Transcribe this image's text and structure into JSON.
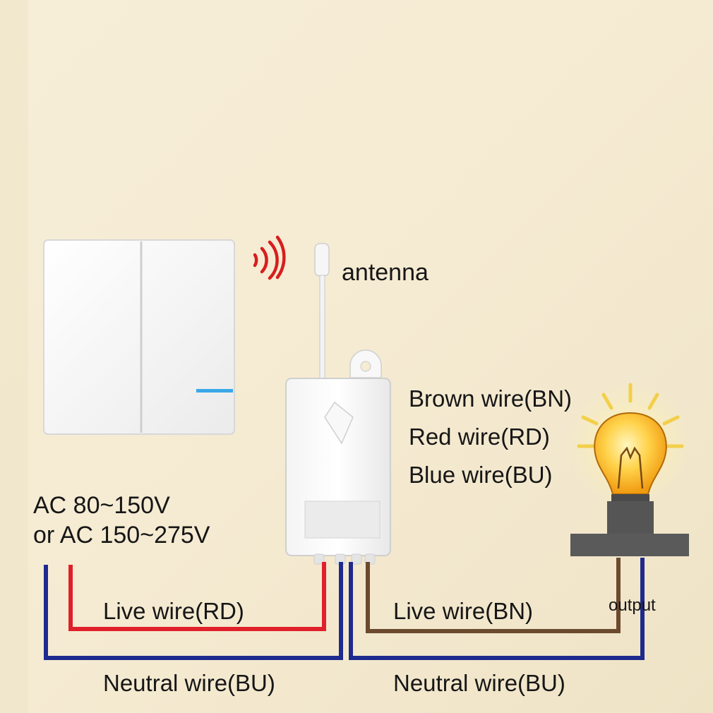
{
  "labels": {
    "antenna": "antenna",
    "brown_wire": "Brown wire(BN)",
    "red_wire": "Red wire(RD)",
    "blue_wire": "Blue wire(BU)",
    "voltage_line1": "AC 80~150V",
    "voltage_line2": "or AC 150~275V",
    "live_rd": "Live wire(RD)",
    "neutral_left": "Neutral wire(BU)",
    "live_bn": "Live wire(BN)",
    "neutral_right": "Neutral wire(BU)",
    "output": "output"
  },
  "colors": {
    "red_wire": "#e0202a",
    "blue_wire": "#1f2a8f",
    "brown_wire": "#6b4a2e",
    "background": "#f6ecd3",
    "signal": "#d81e1e",
    "indicator": "#3aa8e8"
  },
  "icons": {
    "switch": "wall-switch-icon",
    "signal": "wireless-signal-icon",
    "receiver": "receiver-module-icon",
    "bulb": "light-bulb-icon"
  }
}
